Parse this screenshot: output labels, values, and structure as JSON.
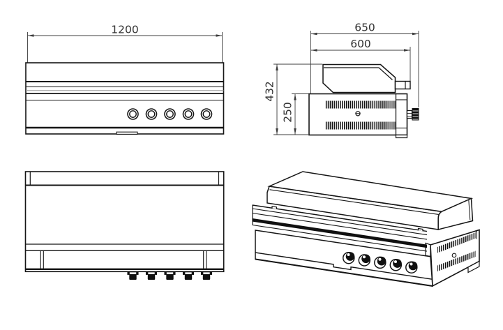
{
  "dimensions": {
    "front_width": "1200",
    "overall_depth": "650",
    "body_depth": "600",
    "overall_height": "432",
    "body_height": "250"
  },
  "colors": {
    "background": "#ffffff",
    "object_line": "#151515",
    "dimension_line": "#3c3c3c",
    "dark_fill": "#101010"
  }
}
